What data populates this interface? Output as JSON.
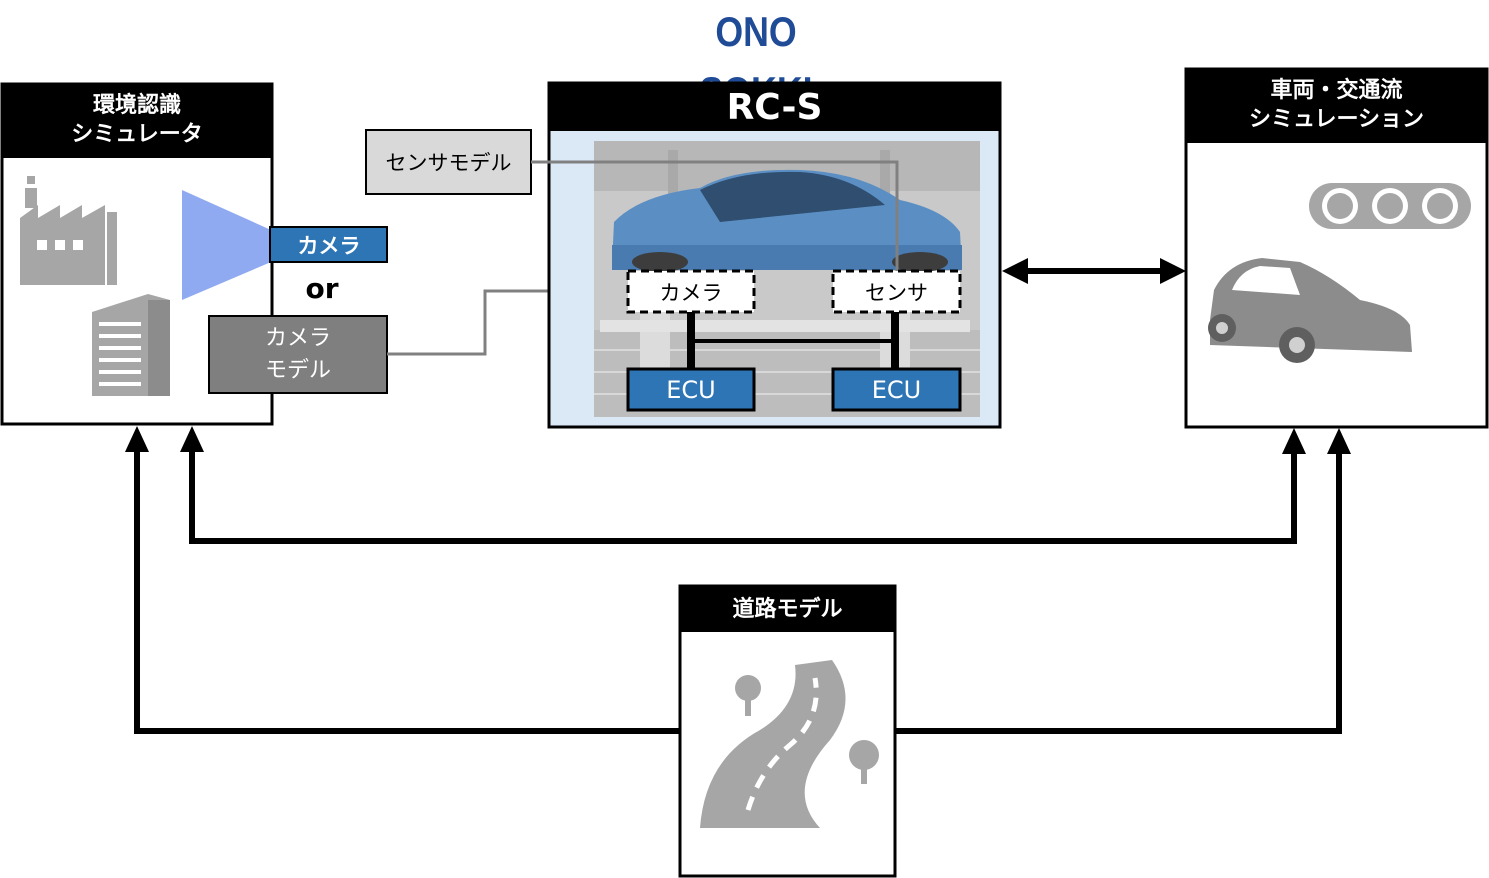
{
  "logo": {
    "text": "ONO SOKKI",
    "color": "#1f4b97"
  },
  "left_box": {
    "title_line1": "環境認識",
    "title_line2": "シミュレータ",
    "camera_label": "カメラ",
    "or_text": "or",
    "camera_model_line1": "カメラ",
    "camera_model_line2": "モデル",
    "icons": [
      "factory-icon",
      "building-icon",
      "camera-view-cone-icon"
    ]
  },
  "center_box": {
    "title": "RC-S",
    "sensor_model_label": "センサモデル",
    "camera_label": "カメラ",
    "sensor_label": "センサ",
    "ecu_left": "ECU",
    "ecu_right": "ECU",
    "image": "car-on-test-bench-photo"
  },
  "right_box": {
    "title_line1": "車両・交通流",
    "title_line2": "シミュレーション",
    "icons": [
      "traffic-light-icon",
      "car-icon"
    ]
  },
  "bottom_box": {
    "title": "道路モデル",
    "icons": [
      "road-icon",
      "tree-icon"
    ]
  },
  "colors": {
    "accent_blue": "#2e75b6",
    "panel_light_blue": "#dbe9f7",
    "icon_gray": "#a6a6a6",
    "model_gray": "#7f7f7f",
    "sensor_model_gray": "#d9d9d9"
  }
}
